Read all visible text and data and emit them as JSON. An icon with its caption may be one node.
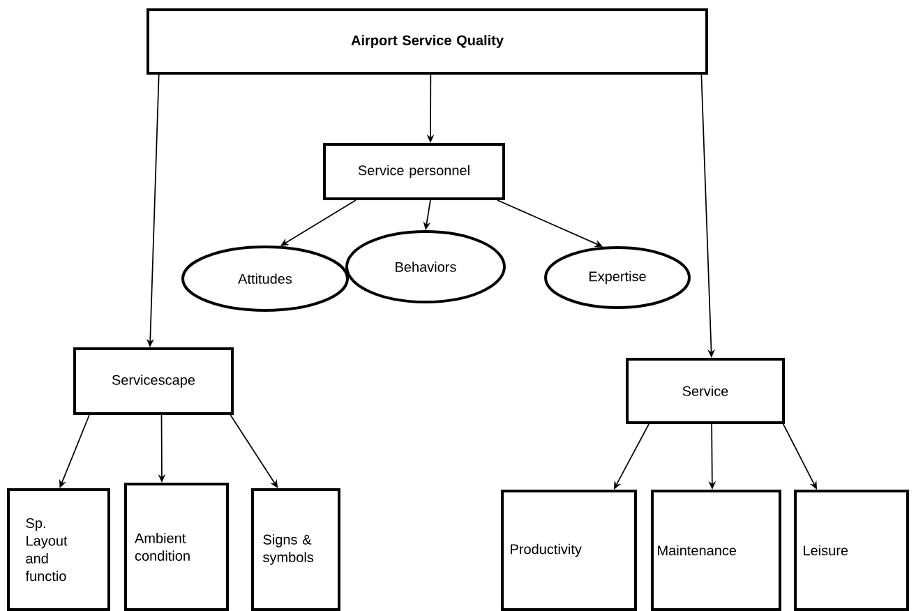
{
  "diagram": {
    "nodes": [
      {
        "text": [
          "Airport Service Quality"
        ]
      },
      {
        "text": [
          "Service personnel"
        ]
      },
      {
        "text": [
          "Attitudes"
        ]
      },
      {
        "text": [
          "Behaviors"
        ]
      },
      {
        "text": [
          "Expertise"
        ]
      },
      {
        "text": [
          "Servicescape"
        ]
      },
      {
        "text": [
          "Service"
        ]
      },
      {
        "text": [
          "Sp. Layout and functio"
        ]
      },
      {
        "text": [
          "Ambient condition"
        ]
      },
      {
        "text": [
          "Signs & symbols"
        ]
      },
      {
        "text": [
          "Productivity"
        ]
      },
      {
        "text": [
          "Maintenance"
        ]
      },
      {
        "text": [
          "Leisure"
        ]
      }
    ],
    "edges": [
      {
        "from": 0,
        "to": 1,
        "arrow": "to"
      },
      {
        "from": 0,
        "to": 5,
        "arrow": "to"
      },
      {
        "from": 0,
        "to": 6,
        "arrow": "to"
      },
      {
        "from": 1,
        "to": 2,
        "arrow": "to"
      },
      {
        "from": 1,
        "to": 3,
        "arrow": "to"
      },
      {
        "from": 1,
        "to": 4,
        "arrow": "to"
      },
      {
        "from": 5,
        "to": 7,
        "arrow": "to"
      },
      {
        "from": 5,
        "to": 8,
        "arrow": "to"
      },
      {
        "from": 5,
        "to": 9,
        "arrow": "to"
      },
      {
        "from": 6,
        "to": 10,
        "arrow": "to"
      },
      {
        "from": 6,
        "to": 11,
        "arrow": "to"
      },
      {
        "from": 6,
        "to": 12,
        "arrow": "to"
      }
    ]
  }
}
